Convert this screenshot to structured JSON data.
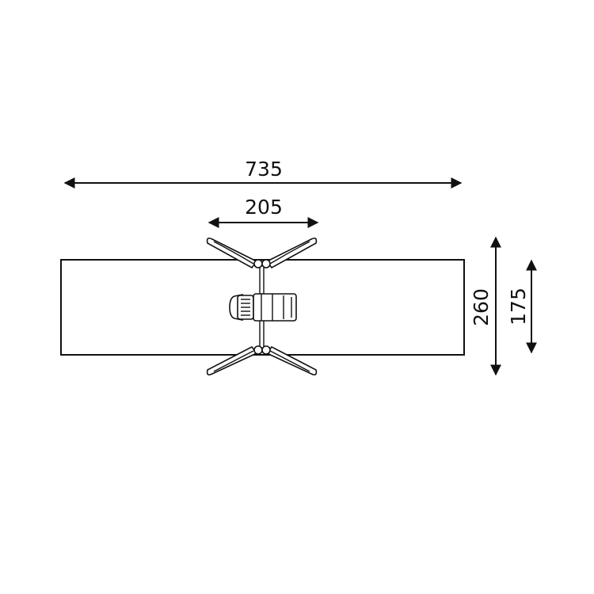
{
  "dimensions": {
    "overall_length": "735",
    "handle_span": "205",
    "overall_width": "260",
    "base_width": "175"
  }
}
